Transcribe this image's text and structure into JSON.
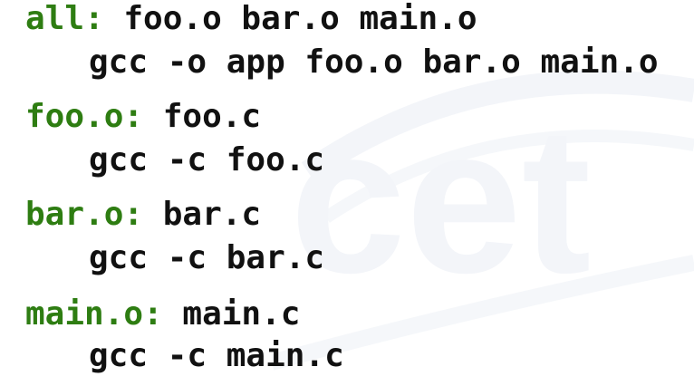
{
  "colors": {
    "target": "#2e7d12",
    "text": "#111111",
    "watermark": "#f3f5f9"
  },
  "watermark": {
    "icon": "watermark-logo-icon",
    "text": "cet"
  },
  "rules": [
    {
      "target": "all:",
      "deps": " foo.o bar.o main.o",
      "command": "gcc -o app foo.o bar.o main.o"
    },
    {
      "target": "foo.o:",
      "deps": " foo.c",
      "command": "gcc -c foo.c"
    },
    {
      "target": "bar.o:",
      "deps": " bar.c",
      "command": "gcc -c bar.c"
    },
    {
      "target": "main.o:",
      "deps": " main.c",
      "command": "gcc -c main.c"
    }
  ]
}
